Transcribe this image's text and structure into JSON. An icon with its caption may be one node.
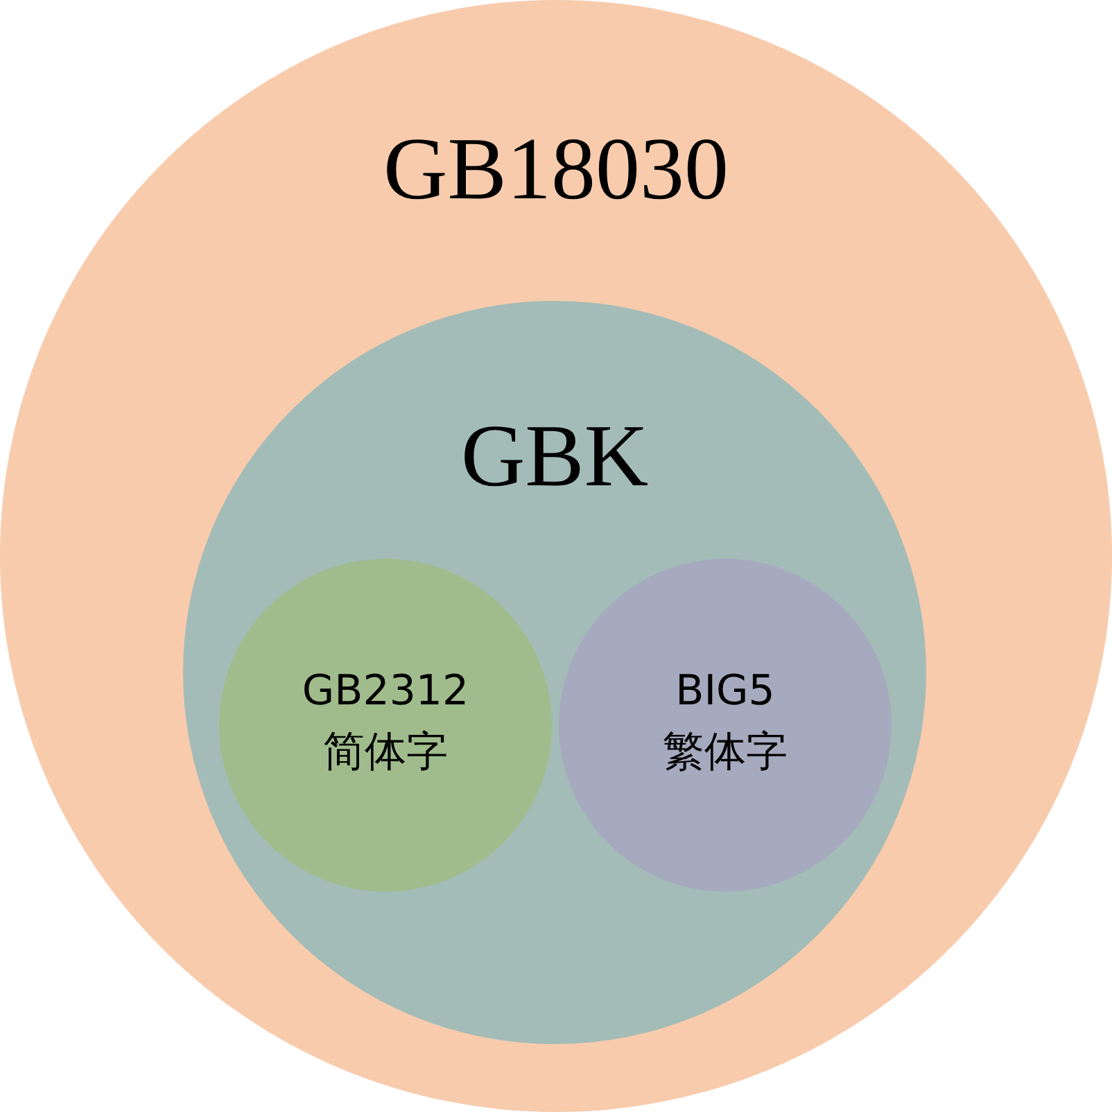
{
  "diagram": {
    "nodes": [
      {
        "text": [
          "GB18030"
        ]
      },
      {
        "text": [
          "GBK"
        ],
        "in": 0
      },
      {
        "text": [
          "GB2312",
          "简体字"
        ],
        "in": 1
      },
      {
        "text": [
          "BIG5",
          "繁体字"
        ],
        "in": 1
      }
    ]
  }
}
